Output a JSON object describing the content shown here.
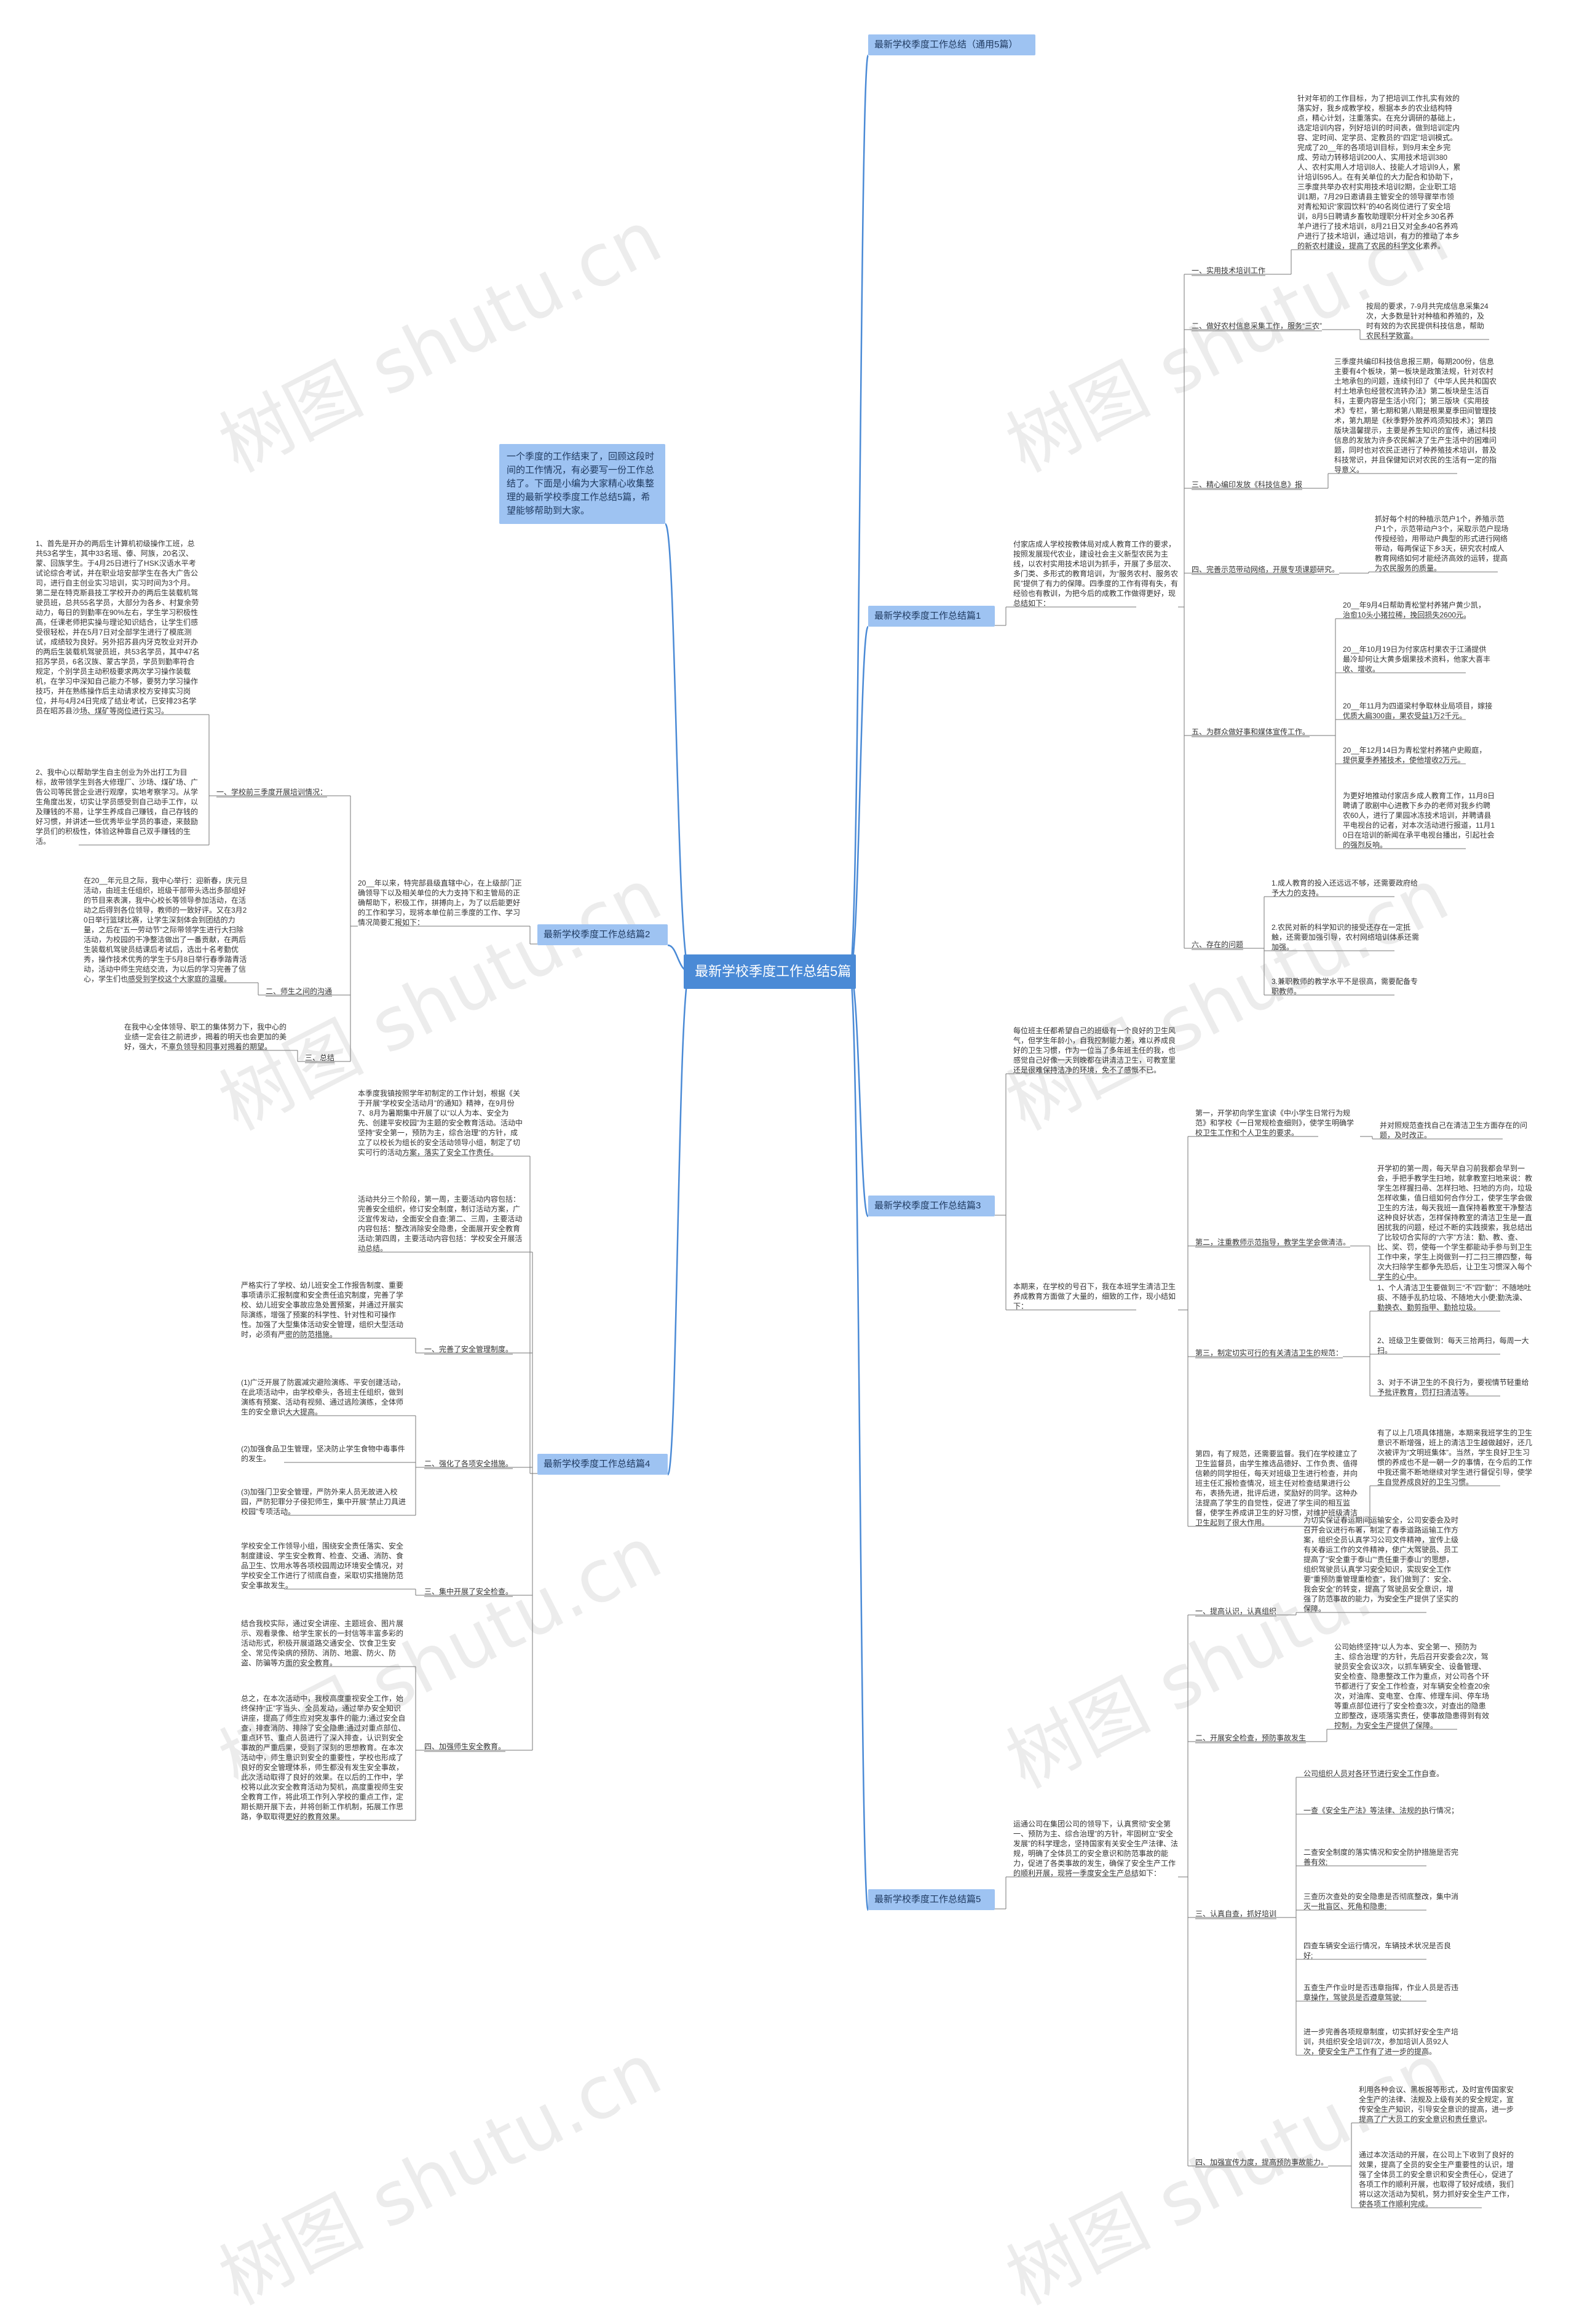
{
  "root": "最新学校季度工作总结5篇",
  "intro": "一个季度的工作结束了，回顾这段时间的工作情况，有必要写一份工作总结了。下面是小编为大家精心收集整理的最新学校季度工作总结5篇，希望能够帮助到大家。",
  "watermark": "树图 shutu.cn",
  "branches": {
    "b0": "最新学校季度工作总结（通用5篇）",
    "b1": "最新学校季度工作总结篇1",
    "b2": "最新学校季度工作总结篇2",
    "b3": "最新学校季度工作总结篇3",
    "b4": "最新学校季度工作总结篇4",
    "b5": "最新学校季度工作总结篇5"
  },
  "p1": {
    "intro": "付家店成人学校按教体局对成人教育工作的要求，按照发展现代农业，建设社会主义新型农民为主线，以农村实用技术培训为抓手，开展了多层次、多门类、多形式的教育培训，为“服务农村、服务农民”提供了有力的保障。四季度的工作有得有失，有经验也有教训，为把今后的成教工作做得更好，现总结如下：",
    "s1": {
      "label": "一、实用技术培训工作",
      "text": "针对年初的工作目标，为了把培训工作扎实有效的落实好，我乡成教学校，根据本乡的农业结构特点，精心计划，注重落实。在充分调研的基础上，选定培训内容，列好培训的时间表，做到培训定内容、定时间、定学员、定教员的“四定”培训模式。完成了20__年的各项培训目标，到9月末全乡完成、劳动力转移培训200人、实用技术培训380人、农村实用人才培训8人、技能人才培训9人，累计培训595人。在有关单位的大力配合和协助下，三季度共举办农村实用技术培训2期，企业职工培训1期，7月29日邀请县主管安全的领导骤举市领对青松知识“家园饮料”的40名岗位进行了安全培训，8月5日聘请乡畜牧助理职分杆对全乡30名养羊户进行了技术培训，8月21日又对全乡40名养鸡户进行了技术培训，通过培训，有力的推动了本乡的新农村建设，提高了农民的科学文化素养。"
    },
    "s2": {
      "label": "二、做好农村信息采集工作，服务“三农”",
      "text": "按局的要求，7-9月共完成信息采集24次，大多数是针对种植和养殖的，及时有效的为农民提供科技信息，帮助农民科学致富。"
    },
    "s3": {
      "label": "三、精心编印发放《科技信息》报",
      "text": "三季度共编印科技信息报三期，每期200份，信息主要有4个板块，第一板块是政策法规，针对农村土地承包的问题，连续刊印了《中华人民共和国农村土地承包经营权流转办法》第二板块是生活百科，主要内容是生活小窍门；第三版块《实用技术》专栏，第七期和第八期是根果夏季田间管理技术，第九期是《秋季野外放养鸡须知技术》；第四版块温馨提示，主要是养生知识的宣传，通过科技信息的发放为许多农民解决了生产生活中的困难问题，同时也对农民正进行了种养殖技术培训，普及科技常识，并且保健知识对农民的生活有一定的指导意义。"
    },
    "s4": {
      "label": "四、完善示范带动网络，开展专项课题研究。",
      "text": "抓好每个村的种植示范户1个，养殖示范户1个，示范带动户3个，采取示范户现场传授经验，用带动户典型的形式进行网络带动，每两保证下乡3天，研究农村成人教育网络如何才能经济高效的运转，提高为农民服务的质量。"
    },
    "s5": {
      "label": "五、为群众做好事和媒体宣传工作。",
      "items": [
        "20__年9月4日帮助青松堂村养猪户黄少凯，治愈10头小猪拉稀，挽回损失2600元。",
        "20__年10月19日为付家店村果农于江涌提供最冷却何让大黄多烟果技术资料，他家大喜丰收、增收。",
        "20__年11月为四道梁村争取林业局项目，嫁接优质大扁300亩，果农受益1万2千元。",
        "20__年12月14日为青松堂村养猪户史殿庭，提供夏季养猪技术，使他增收2万元。",
        "为更好地推动付家店乡成人教育工作，11月8日聘请了歌剧中心进教下乡办的老师对我乡约聘农60人，进行了果园冰冻技术培训，并聘请县平电视台的记者，对本次活动进行报道，11月10日在培训的新闻在承平电视台播出，引起社会的强烈反响。"
      ]
    },
    "s6": {
      "label": "六、存在的问题",
      "items": [
        "1.成人教育的投入还远远不够，还需要政府给予大力的支持。",
        "2.农民对新的科学知识的接受还存在一定抵触，还需要加强引导，农村网络培训体系还需加强。",
        "3.兼职教师的教学水平不是很高，需要配备专职教师。"
      ]
    }
  },
  "p2": {
    "intro": "20__年以来，特完部县级直辖中心，在上级部门正确领导下以及相关单位的大力支持下和主管局的正确帮助下，积极工作，拼搏向上，为了以后能更好的工作和学习，现将本单位前三季度的工作、学习情况简要汇报如下：",
    "s1": {
      "label": "一、学校前三季度开展培训情况：",
      "text1": "1、首先是开办的两后生计算机初级操作工班，总共53名学生，其中33名瑶、傣、阿族，20名汉、蒙、回族学生。于4月25日进行了HSK汉语水平考试论综合考试，并在职业培安部学生在各大广告公司，进行自主创业实习培训，实习时间为3个月。第二是在特克斯县技工学校开办的两后生装载机驾驶员班，总共55名学员，大部分为各乡、村复余劳动力，每日的到勤率在90%左右，学生学习积极性高，任课老师把实操与理论知识结合，让学生们感受很轻松，并在5月7日对全部学生进行了模底测试，成绩较为良好。另外招苏县内牙克牧业对开办的两后生装载机驾驶员班，共53名学员，其中47名招苏学员，6名汉族、蒙古学员，学员到勤率符合规定，个别学员主动积极要求两次学习操作装载机，在学习中深知自己能力不够，要努力学习操作技巧，并在熟练操作后主动请求校方安排实习岗位，并与4月24日完成了结业考试，已安排23名学员在昭苏县沙场、煤矿等岗位进行实习。",
      "text2": "2、我中心以帮助学生自主创业为外出打工为目标，故带领学生到各大修理厂、沙场、煤矿场、广告公司等民营企业进行观摩，实地考察学习。从学生角度出发，切实让学员感受到自己动手工作，以及赚钱的不易，让学生养成自己赚钱，自己存钱的好习惯，并讲述一些优秀毕业学员的事迹，来鼓励学员们的积极性，体验这种靠自己双手赚钱的生活。"
    },
    "s2": {
      "label": "二、师生之间的沟通",
      "text": "在20__年元旦之际，我中心举行：迎新春，庆元旦活动，由班主任组织，班级干部带头选出多部组好的节目来表演，我中心校长等领导参加活动，在活动之后得到各位领导，教师的一致好评。又在3月20日举行篮球比赛，让学生深刻体会到团结的力量，之后在“五一劳动节”之际带领学生进行大扫除活动，为校园的干净整洁做出了一番贡献，在两后生装载机驾驶员结课后考试后，选出十名考勤优秀，操作技术优秀的学生于5月8日举行春季踏青活动，活动中师生完结交流，为以后的学习完善了信心，学生们也感受到学校这个大家庭的温暖。"
    },
    "s3": {
      "label": "三、总结",
      "text": "在我中心全体领导、职工的集体努力下，我中心的业绩一定会往之前进步，揭着的明天也会更加的美好，强大，不辜负领导和同事对揭着的期望。"
    }
  },
  "p3": {
    "intro": "每位班主任都希望自己的班级有一个良好的卫生风气，但学生年龄小，自我控制能力差，难以养成良好的卫生习惯，作为一位当了多年班主任的我，也感觉自己好像一天到晚都在讲清洁卫生，可教室里还是很难保持洁净的环境，免不了感慨不已。",
    "intro2": "本期来，在学校的号召下，我在本班学生清洁卫生养成教育方面做了大量的，细致的工作，现小结如下：",
    "s1": {
      "label": "第一，开学初向学生宣读《中小学生日常行为规范》和学校《一日常规检查细则》，使学生明确学校卫生工作和个人卫生的要求。",
      "text": "并对照规范查找自己在清洁卫生方面存在的问题，及时改正。"
    },
    "s2": {
      "label": "第二，注重教师示范指导，教学生学会做清洁。",
      "text": "开学初的第一周，每天早自习前我都会早到一会，手把手教学生扫地，就拿教室扫地来说：教学生怎样握扫帚、怎样扫地、扫地的方向，垃圾怎样收集，值日组如何合作分工，使学生学会做卫生的方法，每天我班一直保持着教室干净整洁这种良好状态，怎样保持教室的清洁卫生是一直困扰我的问题，经过不断的实践摸索，我总结出了比较切合实际的“六字”方法：勤、教、查、比、奖、罚，使每一个学生都能动手参与到卫生工作中来，学生上岗做到一打二扫三擦四整，每次大扫除学生都争先恐后，让卫生习惯深入每个学生的心中。"
    },
    "s3": {
      "label": "第三，制定切实可行的有关清洁卫生的规范：",
      "items": [
        "1、个人清洁卫生要做到三“不”四“勤”：不随地吐痰、不随手乱扔垃圾、不随地大小便;勤洗澡、勤换衣、勤剪指甲、勤拾垃圾。",
        "2、班级卫生要做到：每天三拾两扫，每周一大扫。",
        "3、对于不讲卫生的不良行为，要视情节轻重给予批评教育，罚打扫清洁等。"
      ]
    },
    "s4": {
      "label": "第四，有了规范，还需要监督。我们在学校建立了卫生监督员，由学生推选品德好、工作负责、值得信赖的同学担任，每天对班级卫生进行检查，并向班主任汇报检查情况，班主任对检查结果进行公布，表扬先进，批评后进，奖励好的同学。这种办法提高了学生的自觉性，促进了学生间的相互监督，使学生养成讲卫生的好习惯，对维护班级清洁卫生起到了很大作用。",
      "text": "有了以上几项具体措施，本期来我班学生的卫生意识不断增强，班上的清洁卫生越做越好，还几次被评为“文明班集体”。当然，学生良好卫生习惯的养成也不是一朝一夕的事情，在今后的工作中我还需不断地继续对学生进行督促引导，使学生自觉养成良好的卫生习惯。"
    }
  },
  "p4": {
    "intro1": "本季度我镇按照学年初制定的工作计划，根据《关于开展“学校安全活动月”的通知》精神，在9月份7、8月为暑期集中开展了以“以人为本、安全为先、创建平安校园”为主题的安全教育活动。活动中坚持“安全第一，预防为主，综合治理”的方针，成立了以校长为组长的安全活动领导小组，制定了切实可行的活动方案，落实了安全工作责任。",
    "intro2": "活动共分三个阶段，第一周，主要活动内容包括：完善安全组织，修订安全制度，制订活动方案，广泛宣传发动，全面安全自查;第二、三周，主要活动内容包括：整改消除安全隐患，全面展开安全教育活动;第四周，主要活动内容包括：学校安全开展活动总结。",
    "s1": {
      "label": "一、完善了安全管理制度。",
      "text": "严格实行了学校、幼儿班安全工作报告制度、重要事项请示汇报制度和安全责任追究制度，完善了学校、幼儿班安全事故应急处置预案，并通过开展实际演练，增强了预案的科学性、针对性和可操作性。加强了大型集体活动安全管理，组织大型活动时，必须有严密的防范措施。"
    },
    "s2": {
      "label": "二、强化了各项安全措施。",
      "items": [
        "(1)广泛开展了防震减灾避险演练、平安创建活动，在此项活动中，由学校牵头，各班主任组织，做到演练有预案、活动有视频、通过逃险演练，全体师生的安全意识大大提高。",
        "(2)加强食品卫生管理，坚决防止学生食物中毒事件的发生。",
        "(3)加强门卫安全管理，严防外来人员无故进入校园，严防犯罪分子侵犯师生，集中开展“禁止刀具进校园”专项活动。"
      ]
    },
    "s3": {
      "label": "三、集中开展了安全检查。",
      "text": "学校安全工作领导小组，围绕安全责任落实、安全制度建设、学生安全教育、检查、交通、消防、食品卫生、饮用水等各项校园周边环境安全情况，对学校安全工作进行了彻底自查，采取切实措施防范安全事故发生。"
    },
    "s4": {
      "label": "四、加强师生安全教育。",
      "text1": "结合我校实际，通过安全讲座、主题班会、图片展示、观看录像、给学生家长的一封信等丰富多彩的活动形式，积极开展道路交通安全、饮食卫生安全、常见传染病的预防、消防、地震、防火、防盗、防骗等方面的安全教育。",
      "text2": "总之，在本次活动中，我校高度重视安全工作，始终保持“正”字当头、全员发动，通过举办安全知识讲座，提高了师生应对突发事件的能力;通过安全自查，排查消防、排除了安全隐患;通过对重点部位、重点环节、重点人员进行了深入排查，认识到安全事故的严重后果，受到了深刻的思想教育。在本次活动中，师生意识到安全的重要性，学校也形成了良好的安全管理体系，师生都没有发生安全事故，此次活动取得了良好的效果。在以后的工作中，学校将以此次安全教育活动为契机，高度重视师生安全教育工作，将此项工作列入学校的重点工作，定期长期开展下去，并将创新工作机制，拓展工作思路，争取取得更好的教育效果。"
    }
  },
  "p5": {
    "intro": "运通公司在集团公司的领导下，认真贯彻“安全第一、预防为主、综合治理”的方针，牢固树立“安全发展”的科学理念，坚持国家有关安全生产法律、法规，明确了全体员工的安全意识和防范事故的能力，促进了各类事故的发生，确保了安全生产工作的顺利开展，现将一季度安全生产总结如下：",
    "s1": {
      "label": "一、提高认识，认真组织",
      "text": "为切实保证春运期间运输安全，公司安委会及时召开会议进行布署，制定了春季道路运输工作方案，组织全员认真学习公司文件精神，宣传上级有关春运工作的文件精神，使广大驾驶员、员工提高了“安全重于泰山”“责任重于泰山”的思想，组织驾驶员认真学习安全知识，实现安全工作要“重预防重管理重检查”，我们做到了：安全、我会安全”的转变，提高了驾驶员安全意识，增强了防范事故的能力，为安全生产提供了坚实的保障。"
    },
    "s2": {
      "label": "二、开展安全检查，预防事故发生",
      "text": "公司始终坚持“以人为本、安全第一、预防为主、综合治理”的方针，先后召开安委会2次，驾驶员安全会议3次，以抓车辆安全、设备管理、安全检查、隐患整改工作为重点，对公司各个环节都进行了安全工作检查，对车辆安全检查20余次，对油库、变电室、仓库、修理车间、停车场等重点部位进行了安全检查3次，对查出的隐患立即整改，逐项落实责任，使事故隐患得到有效控制，为安全生产提供了保障。"
    },
    "s3": {
      "label": "三、认真自查，抓好培训",
      "items": [
        "公司组织人员对各环节进行安全工作自查。",
        "一查《安全生产法》等法律、法规的执行情况；",
        "二查安全制度的落实情况和安全防护措施是否完善有效;",
        "三查历次查处的安全隐患是否彻底整改，集中消灭一批盲区、死角和隐患;",
        "四查车辆安全运行情况，车辆技术状况是否良好;",
        "五查生产作业时是否违章指挥，作业人员是否违章操作，驾驶员是否遵章驾驶;",
        "进一步完善各项规章制度，切实抓好安全生产培训，共组织安全培训7次，参加培训人员92人次，使安全生产工作有了进一步的提高。"
      ]
    },
    "s4": {
      "label": "四、加强宣传力度，提高预防事故能力。",
      "items": [
        "利用各种会议、黑板报等形式，及时宣传国家安全生产的法律、法规及上级有关的安全规定，宣传安全生产知识，引导安全意识的提高，进一步提高了广大员工的安全意识和责任意识。",
        "通过本次活动的开展，在公司上下收到了良好的效果，提高了全员的安全生产重要性的认识，增强了全体员工的安全意识和安全责任心，促进了各项工作的顺利开展，也取得了较好成绩，我们将以这次活动为契机，努力抓好安全生产工作，使各项工作顺利完成。"
      ]
    }
  }
}
